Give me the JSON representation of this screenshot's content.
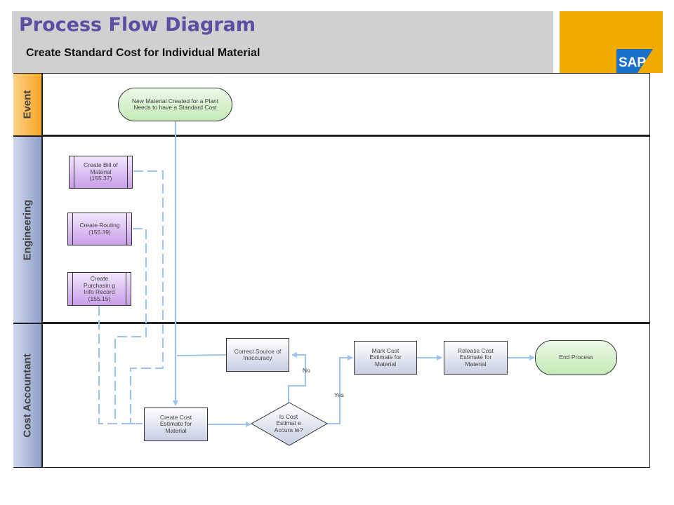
{
  "header": {
    "title": "Process Flow Diagram",
    "subtitle": "Create Standard Cost for Individual Material",
    "logo_text": "SAP"
  },
  "lanes": {
    "event": "Event",
    "engineering": "Engineering",
    "cost_accountant": "Cost Accountant"
  },
  "nodes": {
    "start": "New Material Created for a Plant Needs to have a Standard Cost",
    "bom": "Create Bill of Material (155.37)",
    "routing": "Create Routing (155.39)",
    "purchasing": "Create Purchasin g Info Record (155.15)",
    "create_cost": "Create Cost Estimate for Material",
    "decision": "Is Cost Estimat e Accura te?",
    "correct_source": "Correct Source of Inaccuracy",
    "mark_cost": "Mark Cost Estimate for Material",
    "release_cost": "Release Cost Estimate for Material",
    "end": "End Process"
  },
  "edge_labels": {
    "no": "No",
    "yes": "Yes"
  },
  "colors": {
    "title": "#5a4fa3",
    "header_bg": "#d0d0d0",
    "logo_bg": "#f0ab00",
    "connector": "#9dc3f0"
  }
}
